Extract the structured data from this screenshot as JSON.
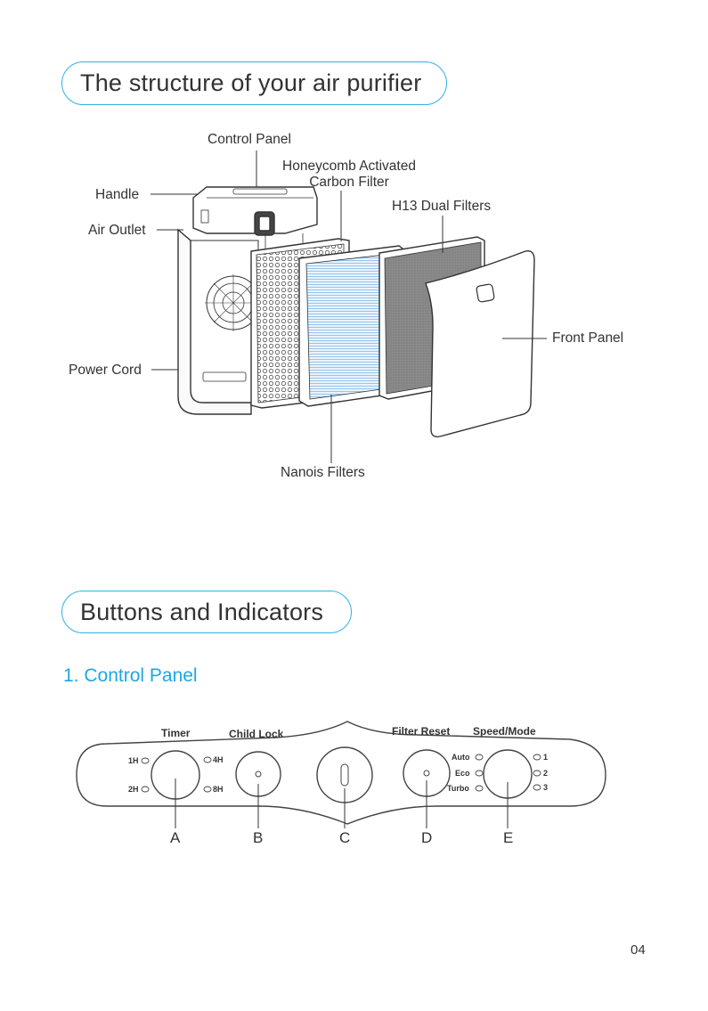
{
  "section1": {
    "title": "The structure of your air purifier",
    "labels": {
      "control_panel": "Control Panel",
      "honeycomb_line1": "Honeycomb Activated",
      "honeycomb_line2": "Carbon Filter",
      "handle": "Handle",
      "h13": "H13 Dual Filters",
      "air_outlet": "Air Outlet",
      "front_panel": "Front Panel",
      "power_cord": "Power Cord",
      "nanois": "Nanois Filters"
    }
  },
  "section2": {
    "title": "Buttons and Indicators",
    "subtitle": "1. Control Panel",
    "panel": {
      "timer": "Timer",
      "child_lock": "Child Lock",
      "filter_reset": "Filter Reset",
      "speed_mode": "Speed/Mode",
      "timer_options": {
        "t1": "1H",
        "t2": "2H",
        "t4": "4H",
        "t8": "8H"
      },
      "modes": {
        "auto": "Auto",
        "eco": "Eco",
        "turbo": "Turbo"
      },
      "speeds": {
        "s1": "1",
        "s2": "2",
        "s3": "3"
      },
      "letters": {
        "a": "A",
        "b": "B",
        "c": "C",
        "d": "D",
        "e": "E"
      }
    }
  },
  "page_number": "04",
  "colors": {
    "accent": "#2fb2e6",
    "subheading": "#1ea7e2",
    "text": "#333333",
    "filter_blue": "#9cc9ee"
  }
}
